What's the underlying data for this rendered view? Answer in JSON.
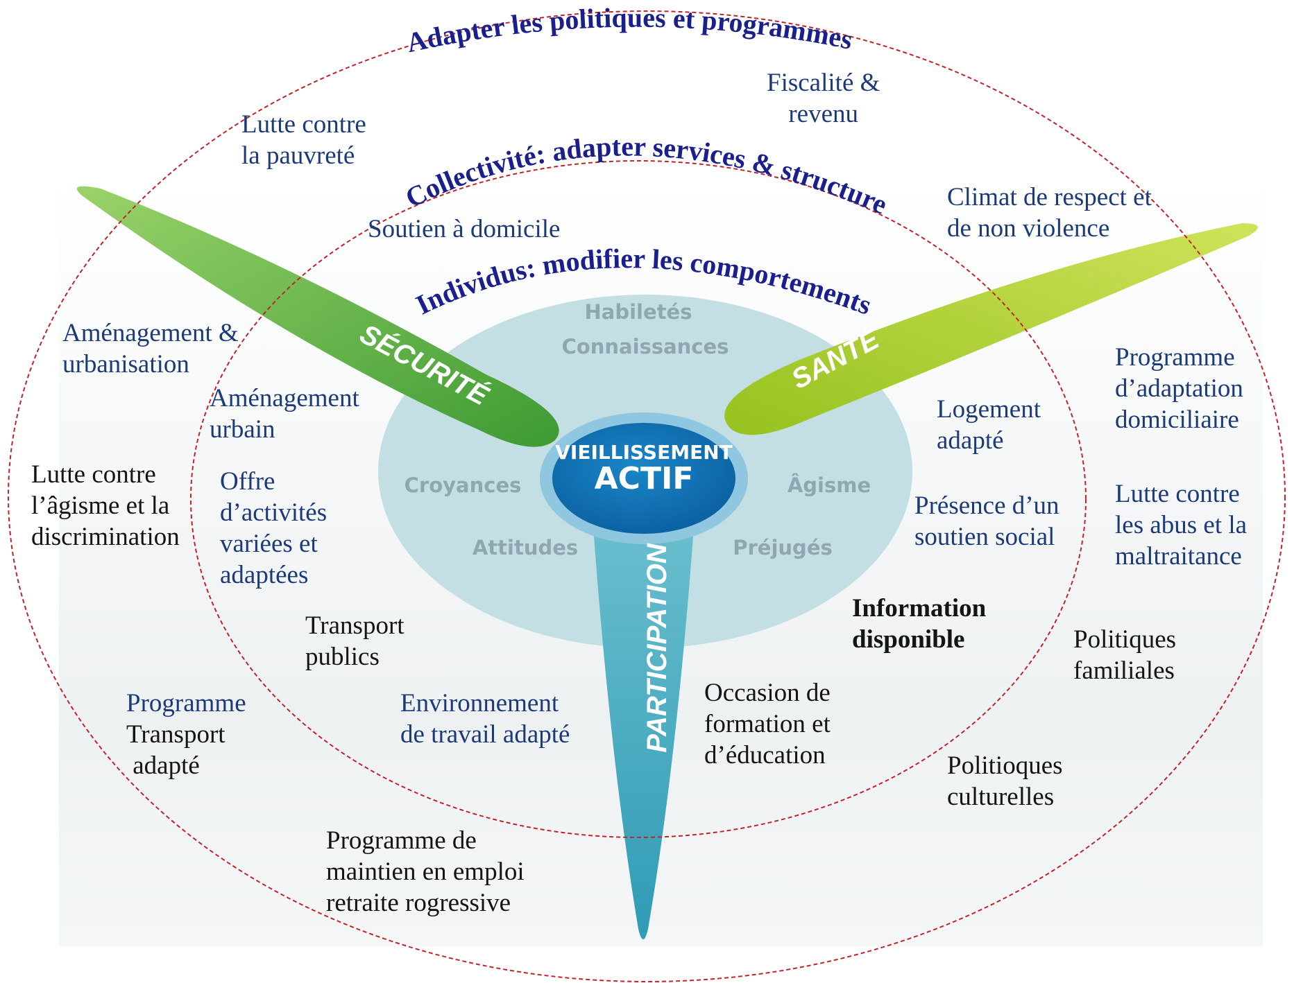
{
  "arcs": {
    "outer": "Adapter les politiques et programmes",
    "middle": "Collectivité: adapter services & structure",
    "inner": "Individus: modifier les comportements"
  },
  "center": {
    "line1": "VIEILLISSEMENT",
    "line2": "ACTIF"
  },
  "blades": {
    "securite": "SÉCURITÉ",
    "sante": "SANTÉ",
    "participation": "PARTICIPATION"
  },
  "determinants": {
    "habiletes": "Habiletés",
    "connaissances": "Connaissances",
    "croyances": "Croyances",
    "agisme": "Âgisme",
    "attitudes": "Attitudes",
    "prejuges": "Préjugés"
  },
  "labels": {
    "fiscalite": "Fiscalité &\nrevenu",
    "pauvrete": "Lutte contre\nla pauvreté",
    "soutien_domicile": "Soutien à domicile",
    "climat": "Climat de respect et\nde non violence",
    "amenagement_urbanisation": "Aménagement &\nurbanisation",
    "amenagement_urbain": "Aménagement\nurbain",
    "programme_adaptation": "Programme\nd’adaptation\ndomiciliaire",
    "logement": "Logement\nadapté",
    "agisme_discrimination": "Lutte contre\nl’âgisme et la\ndiscrimination",
    "offre_activites": "Offre\nd’activités\nvariées et\nadaptées",
    "soutien_social": "Présence d’un\nsoutien social",
    "abus": "Lutte contre\nles abus et la\nmaltraitance",
    "information": "Information\ndisponible",
    "transport_publics": "Transport\npublics",
    "politiques_familiales": "Politiques\nfamiliales",
    "programme_transport_title": "Programme",
    "programme_transport_body": "Transport\n adapté",
    "environnement_travail": "Environnement\nde travail adapté",
    "formation": "Occasion de\nformation et\nd’éducation",
    "politiques_culturelles": "Politioques\nculturelles",
    "maintien_emploi": "Programme de\nmaintien en emploi\nretraite rogressive"
  },
  "colors": {
    "securite_blade": "#4fae3d",
    "sante_blade": "#a6cd2c",
    "participation_blade": "#5ab3c4",
    "pale_disc": "#c3dfe3",
    "center_disc": "#0b67ad",
    "ellipse_dash": "#c3222b",
    "arc_text": "#1a1f8c",
    "label_navy": "#1c3a78"
  }
}
